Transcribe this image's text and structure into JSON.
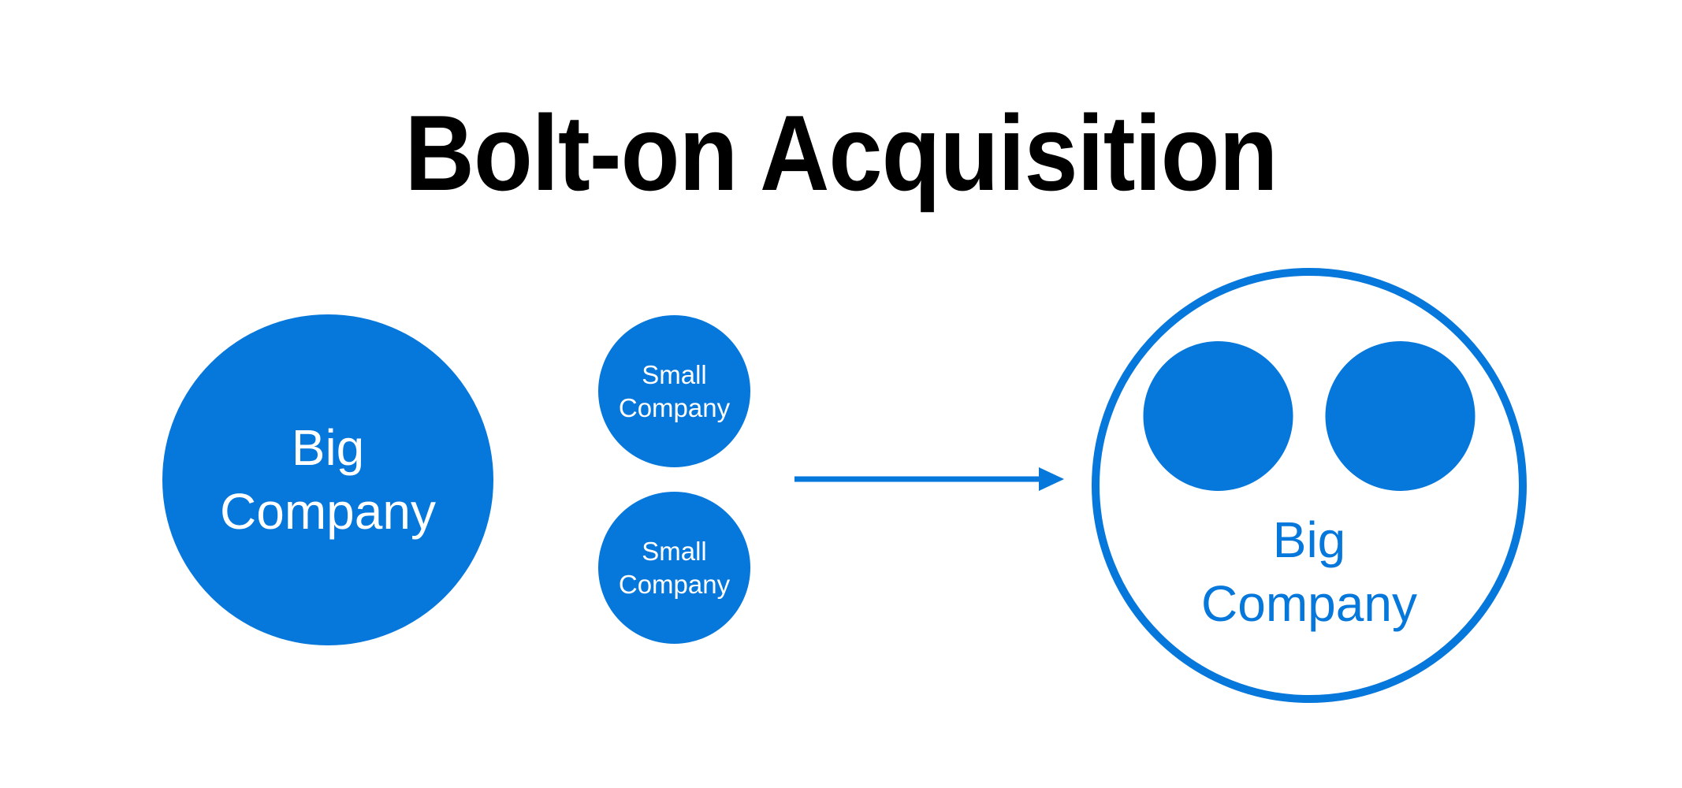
{
  "title": "Bolt-on Acquisition",
  "colors": {
    "brand_blue": "#0677DB",
    "title_black": "#000000",
    "circle_text_white": "#FFFFFF",
    "background": "#FFFFFF"
  },
  "before": {
    "big_company": {
      "label": "Big\nCompany"
    },
    "small_companies": [
      {
        "label": "Small\nCompany"
      },
      {
        "label": "Small\nCompany"
      }
    ]
  },
  "arrow": {
    "direction": "right"
  },
  "after": {
    "merged_company": {
      "label": "Big\nCompany",
      "absorbed_units": 2
    }
  }
}
